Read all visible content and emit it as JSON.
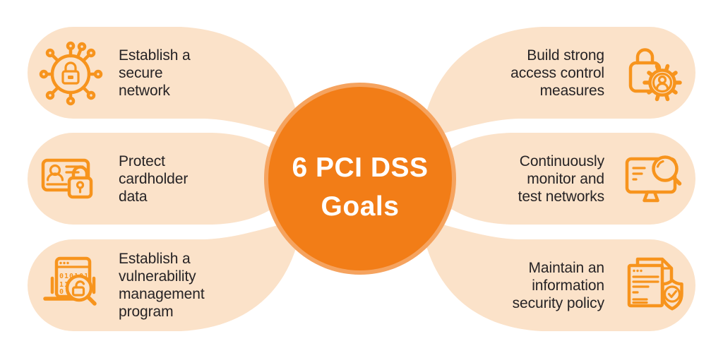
{
  "title": {
    "text": "6 PCI DSS\nGoals"
  },
  "goals": [
    {
      "id": "secure-network",
      "label": "Establish a\nsecure\nnetwork",
      "icon": "network-lock-icon"
    },
    {
      "id": "cardholder-data",
      "label": "Protect\ncardholder\ndata",
      "icon": "card-lock-icon"
    },
    {
      "id": "vulnerability-program",
      "label": "Establish a\nvulnerability\nmanagement\nprogram",
      "icon": "code-scan-lock-icon"
    },
    {
      "id": "access-control",
      "label": "Build strong\naccess control\nmeasures",
      "icon": "lock-gear-user-icon"
    },
    {
      "id": "monitor-test",
      "label": "Continuously\nmonitor and\ntest networks",
      "icon": "monitor-magnifier-icon"
    },
    {
      "id": "security-policy",
      "label": "Maintain an\ninformation\nsecurity policy",
      "icon": "document-shield-check-icon"
    }
  ],
  "colors": {
    "blob": "#FBE2C9",
    "circle": "#F27D17",
    "ring": "#F5A35F",
    "icon": "#F7941D",
    "text": "#262325",
    "title": "#FFFFFF",
    "bg": "#FFFFFF"
  }
}
